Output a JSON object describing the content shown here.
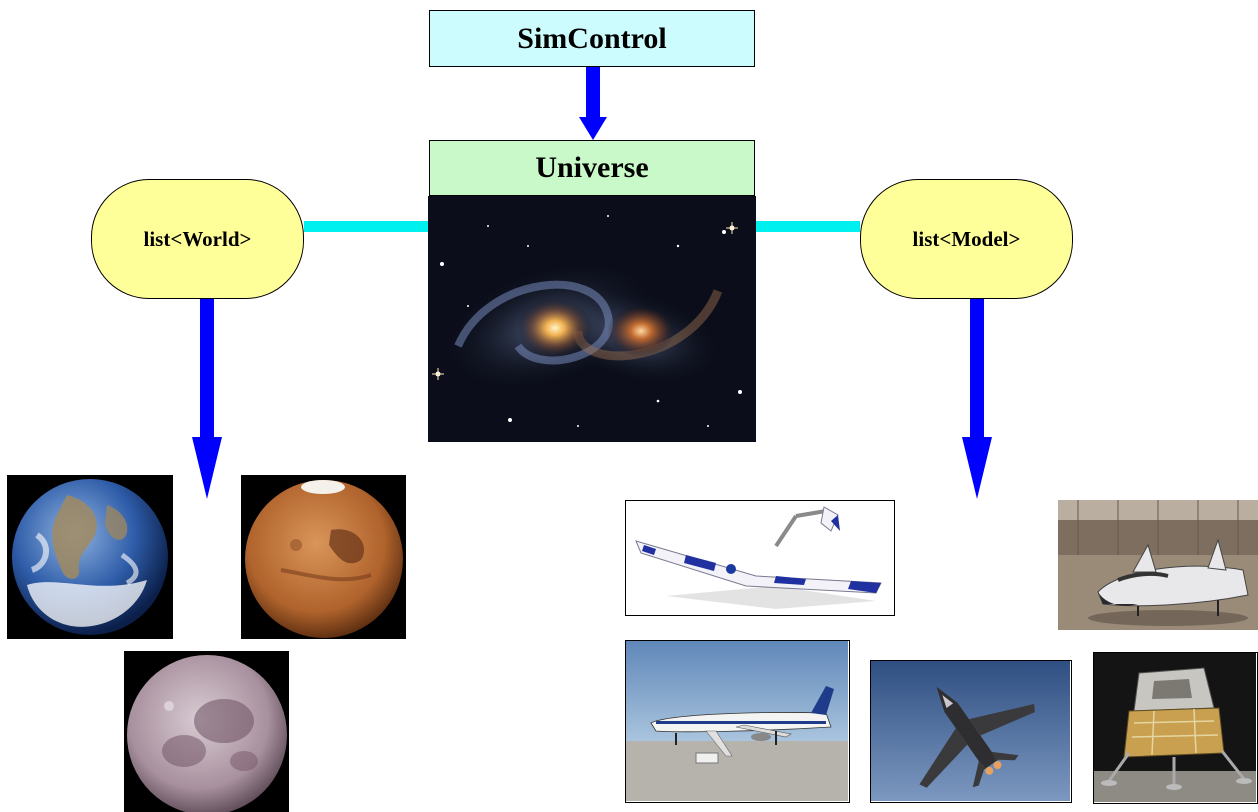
{
  "boxes": {
    "simcontrol": "SimControl",
    "universe": "Universe",
    "world_list": "list<World>",
    "model_list": "list<Model>"
  },
  "colors": {
    "simcontrol_fill": "#ccfcfe",
    "universe_fill": "#c9f8c9",
    "list_fill": "#ffff99",
    "arrow": "#0000ff",
    "connector": "#00f0f0"
  },
  "images": {
    "universe": "galaxy-photo",
    "worlds": [
      "earth-photo",
      "mars-photo",
      "moon-photo"
    ],
    "models": [
      "glider-render-photo",
      "x38-lifting-body-photo",
      "airliner-photo",
      "fighter-jet-photo",
      "lunar-module-photo"
    ]
  }
}
